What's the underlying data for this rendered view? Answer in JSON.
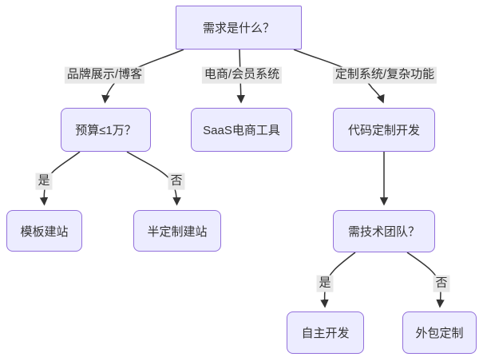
{
  "diagram": {
    "type": "flowchart",
    "direction": "top-down",
    "colors": {
      "node_fill": "#ECECFF",
      "node_border": "#9370DB",
      "edge_line": "#333333",
      "edge_label_background": "#e8e8e8",
      "text": "#333333",
      "background": "#ffffff"
    },
    "nodes": [
      {
        "id": "root",
        "label": "需求是什么？",
        "shape": "rect"
      },
      {
        "id": "budget",
        "label": "预算≤1万？",
        "shape": "rounded"
      },
      {
        "id": "saas",
        "label": "SaaS电商工具",
        "shape": "rounded"
      },
      {
        "id": "code",
        "label": "代码定制开发",
        "shape": "rounded"
      },
      {
        "id": "template",
        "label": "模板建站",
        "shape": "rounded"
      },
      {
        "id": "semi",
        "label": "半定制建站",
        "shape": "rounded"
      },
      {
        "id": "team",
        "label": "需技术团队？",
        "shape": "rounded"
      },
      {
        "id": "self",
        "label": "自主开发",
        "shape": "rounded"
      },
      {
        "id": "outsource",
        "label": "外包定制",
        "shape": "rounded"
      }
    ],
    "edges": [
      {
        "from": "root",
        "to": "budget",
        "label": "品牌展示/博客"
      },
      {
        "from": "root",
        "to": "saas",
        "label": "电商/会员系统"
      },
      {
        "from": "root",
        "to": "code",
        "label": "定制系统/复杂功能"
      },
      {
        "from": "budget",
        "to": "template",
        "label": "是"
      },
      {
        "from": "budget",
        "to": "semi",
        "label": "否"
      },
      {
        "from": "code",
        "to": "team",
        "label": ""
      },
      {
        "from": "team",
        "to": "self",
        "label": "是"
      },
      {
        "from": "team",
        "to": "outsource",
        "label": "否"
      }
    ]
  }
}
